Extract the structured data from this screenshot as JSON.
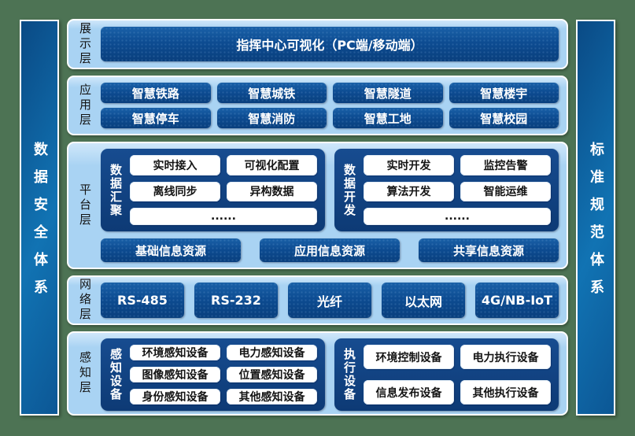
{
  "colors": {
    "background_green": "#4d7354",
    "panel_light_blue": "#a9d3f3",
    "button_dark_blue": "#0d4c92",
    "group_navy": "#0d3a75",
    "pill_white": "#ffffff",
    "border_white": "#ffffff"
  },
  "left_sidebar": {
    "label": "数据安全体系"
  },
  "right_sidebar": {
    "label": "标准规范体系"
  },
  "layers": [
    {
      "name": "展示层",
      "button": "指挥中心可视化（PC端/移动端）"
    },
    {
      "name": "应用层",
      "buttons": [
        "智慧铁路",
        "智慧城铁",
        "智慧隧道",
        "智慧楼宇",
        "智慧停车",
        "智慧消防",
        "智慧工地",
        "智慧校园"
      ]
    },
    {
      "name": "平台层",
      "groups": [
        {
          "label": "数据汇聚",
          "pills": [
            "实时接入",
            "可视化配置",
            "离线同步",
            "异构数据"
          ],
          "more": "......"
        },
        {
          "label": "数据开发",
          "pills": [
            "实时开发",
            "监控告警",
            "算法开发",
            "智能运维"
          ],
          "more": "......"
        }
      ],
      "resources": [
        "基础信息资源",
        "应用信息资源",
        "共享信息资源"
      ]
    },
    {
      "name": "网络层",
      "buttons": [
        "RS-485",
        "RS-232",
        "光纤",
        "以太网",
        "4G/NB-IoT"
      ]
    },
    {
      "name": "感知层",
      "groups": [
        {
          "label": "感知设备",
          "pills": [
            "环境感知设备",
            "电力感知设备",
            "图像感知设备",
            "位置感知设备",
            "身份感知设备",
            "其他感知设备"
          ]
        },
        {
          "label": "执行设备",
          "pills": [
            "环境控制设备",
            "电力执行设备",
            "信息发布设备",
            "其他执行设备"
          ]
        }
      ]
    }
  ]
}
